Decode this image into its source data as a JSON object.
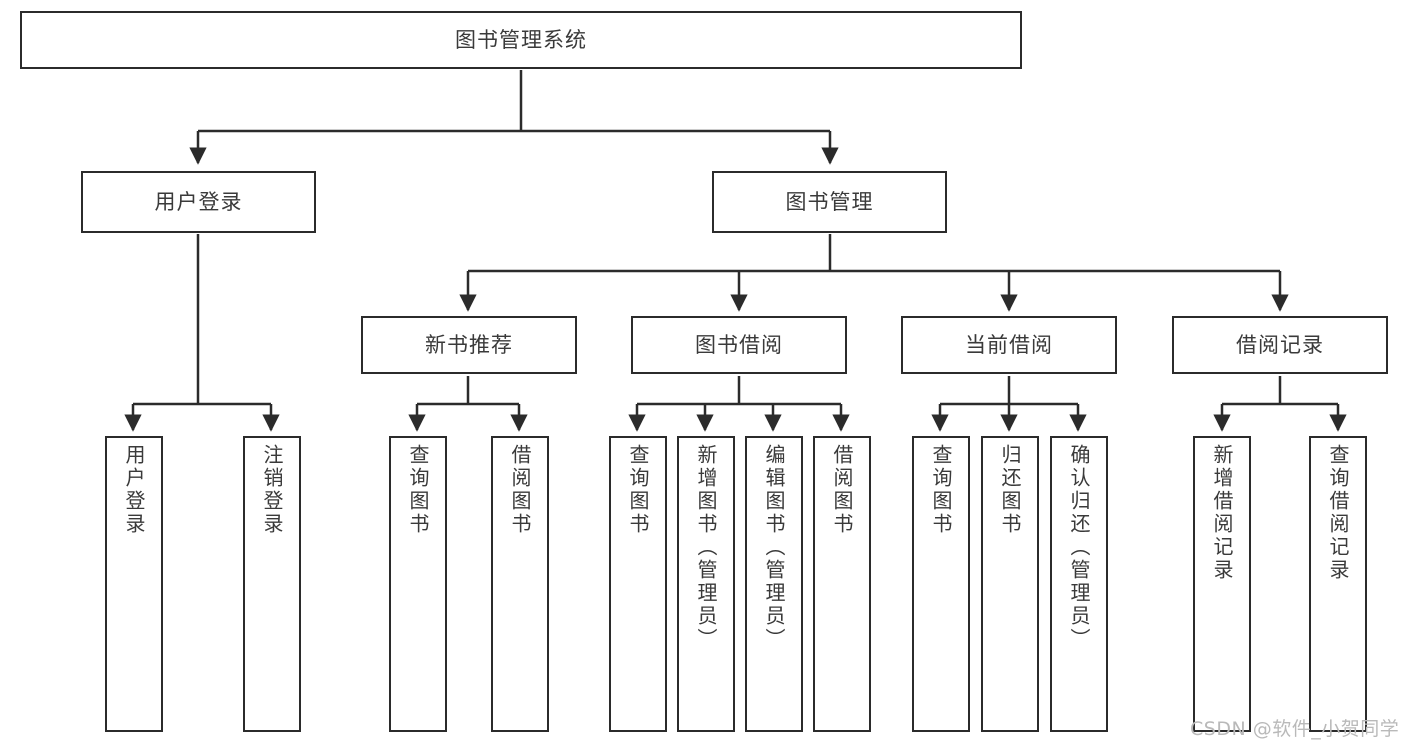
{
  "diagram": {
    "title": "图书管理系统",
    "type": "tree-hierarchy-diagram",
    "colors": {
      "box_border": "#2b2b2b",
      "box_fill": "#ffffff",
      "edge": "#2b2b2b",
      "text": "#3a3a3a",
      "watermark": "#b9b9b9",
      "background": "#ffffff"
    }
  },
  "root": {
    "label": "图书管理系统"
  },
  "level1": [
    {
      "label": "用户登录"
    },
    {
      "label": "图书管理"
    }
  ],
  "level2": [
    {
      "label": "新书推荐"
    },
    {
      "label": "图书借阅"
    },
    {
      "label": "当前借阅"
    },
    {
      "label": "借阅记录"
    }
  ],
  "leaves": {
    "user_login": [
      {
        "label": "用户登录"
      },
      {
        "label": "注销登录"
      }
    ],
    "new_book_recommend": [
      {
        "label": "查询图书"
      },
      {
        "label": "借阅图书"
      }
    ],
    "book_borrow": [
      {
        "label": "查询图书"
      },
      {
        "label": "新增图书（管理员）"
      },
      {
        "label": "编辑图书（管理员）"
      },
      {
        "label": "借阅图书"
      }
    ],
    "current_borrow": [
      {
        "label": "查询图书"
      },
      {
        "label": "归还图书"
      },
      {
        "label": "确认归还（管理员）"
      }
    ],
    "borrow_record": [
      {
        "label": "新增借阅记录"
      },
      {
        "label": "查询借阅记录"
      }
    ]
  },
  "watermark": {
    "text": "CSDN @软件_小贺同学"
  }
}
